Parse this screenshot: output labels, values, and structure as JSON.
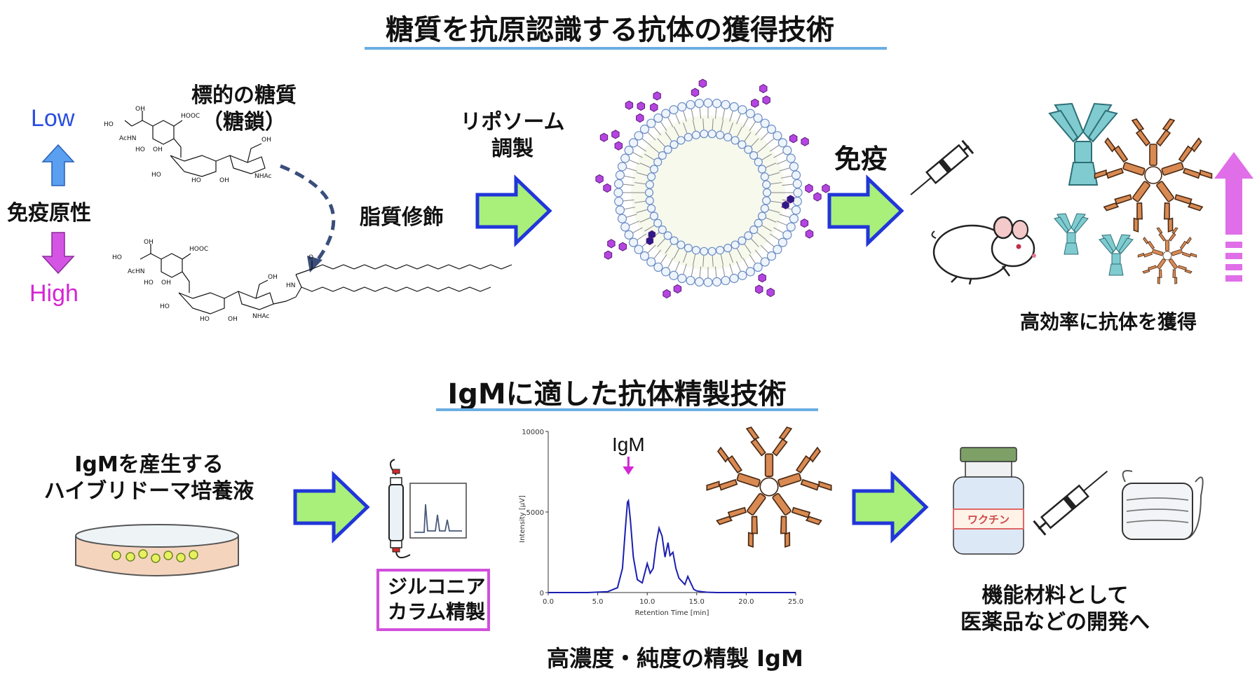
{
  "top": {
    "title": "糖質を抗原認識する抗体の獲得技術",
    "low": "Low",
    "high": "High",
    "immunogenicity": "免疫原性",
    "target_line1": "標的の糖質",
    "target_line2": "（糖鎖）",
    "lipid_mod": "脂質修飾",
    "liposome_line1": "リポソーム",
    "liposome_line2": "調製",
    "immunize": "免疫",
    "efficient": "高効率に抗体を獲得",
    "chem_labels": {
      "ho": "HO",
      "oh": "OH",
      "acHN": "AcHN",
      "hooc": "HOOC",
      "nhac": "NHAc",
      "hn": "HN",
      "o": "O"
    }
  },
  "bottom": {
    "title": "IgMに適した抗体精製技術",
    "culture_line1": "IgMを産生する",
    "culture_line2": "ハイブリドーマ培養液",
    "column_line1": "ジルコニア",
    "column_line2": "カラム精製",
    "igm_label": "IgM",
    "result": "高濃度・純度の精製 IgM",
    "vaccine": "ワクチン",
    "apps_line1": "機能材料として",
    "apps_line2": "医薬品などの開発へ"
  },
  "chart_data": {
    "type": "line",
    "title": "",
    "xlabel": "Retention Time [min]",
    "ylabel": "Intensity [μV]",
    "xlim": [
      0,
      25
    ],
    "ylim": [
      0,
      10000
    ],
    "xticks": [
      "0.0",
      "5.0",
      "10.0",
      "15.0",
      "20.0",
      "25.0"
    ],
    "yticks": [
      "0",
      "5000",
      "10000"
    ],
    "annotation": "IgM",
    "annotation_x": 8.1,
    "series": [
      {
        "x": [
          0,
          2,
          4,
          6,
          7,
          7.5,
          7.8,
          8.0,
          8.1,
          8.3,
          8.6,
          9.0,
          9.5,
          10.0,
          10.3,
          10.6,
          10.9,
          11.2,
          11.5,
          11.8,
          12.1,
          12.3,
          12.6,
          12.9,
          13.2,
          13.5,
          13.8,
          14.1,
          14.4,
          14.7,
          15.0,
          15.5,
          16,
          17,
          19,
          21,
          23,
          25
        ],
        "y": [
          0,
          0,
          0,
          50,
          300,
          1500,
          4000,
          5600,
          5700,
          4500,
          2200,
          800,
          600,
          1800,
          1200,
          1500,
          3000,
          4000,
          3500,
          2200,
          3100,
          2300,
          2500,
          1500,
          900,
          700,
          500,
          1000,
          600,
          200,
          100,
          50,
          20,
          0,
          0,
          0,
          0,
          0
        ],
        "color": "#1b1fb0"
      }
    ]
  },
  "colors": {
    "rule": "#6aaee3",
    "arrow_fill": "#a8f07a",
    "arrow_stroke": "#2136d9",
    "low": "#2a4ee0",
    "high": "#d426d4",
    "up_arrow": "#5a9ff0",
    "down_arrow": "#d455e3",
    "magenta_arrow": "#e06ee8",
    "antibody_teal": "#7fcbd0",
    "antibody_orange": "#d98a52",
    "box_border": "#d24fdc",
    "trace": "#1b1fb0"
  }
}
